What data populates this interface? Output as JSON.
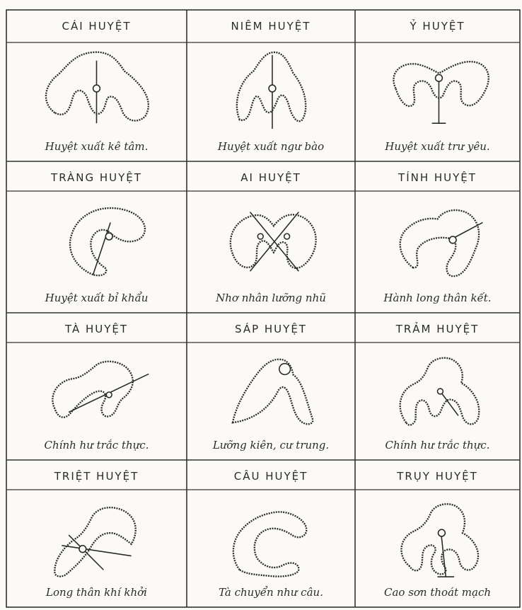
{
  "cells": [
    {
      "title": "CÁI HUYỆT",
      "caption": "Huyệt xuất kê tâm.",
      "shape": "a"
    },
    {
      "title": "NIÊM HUYỆT",
      "caption": "Huyệt xuất ngư bào",
      "shape": "b"
    },
    {
      "title": "Ỷ HUYỆT",
      "caption": "Huyệt xuất trư yêu.",
      "shape": "c"
    },
    {
      "title": "TRÀNG HUYỆT",
      "caption": "Huyệt xuất bỉ khẩu",
      "shape": "d"
    },
    {
      "title": "AI HUYỆT",
      "caption": "Nhơ nhân lưỡng nhũ",
      "shape": "e"
    },
    {
      "title": "TÍNH HUYỆT",
      "caption": "Hành long thân kết.",
      "shape": "f"
    },
    {
      "title": "TÀ HUYỆT",
      "caption": "Chính hư trắc thực.",
      "shape": "g"
    },
    {
      "title": "SÁP HUYỆT",
      "caption": "Lưỡng kiên, cư trung.",
      "shape": "h"
    },
    {
      "title": "TRẢM HUYỆT",
      "caption": "Chính hư trắc thực.",
      "shape": "i"
    },
    {
      "title": "TRIỆT HUYỆT",
      "caption": "Long thân khí khởi",
      "shape": "j"
    },
    {
      "title": "CÂU HUYỆT",
      "caption": "Tà chuyển như câu.",
      "shape": "k"
    },
    {
      "title": "TRỤY HUYỆT",
      "caption": "Cao sơn thoát mạch",
      "shape": "l"
    }
  ]
}
